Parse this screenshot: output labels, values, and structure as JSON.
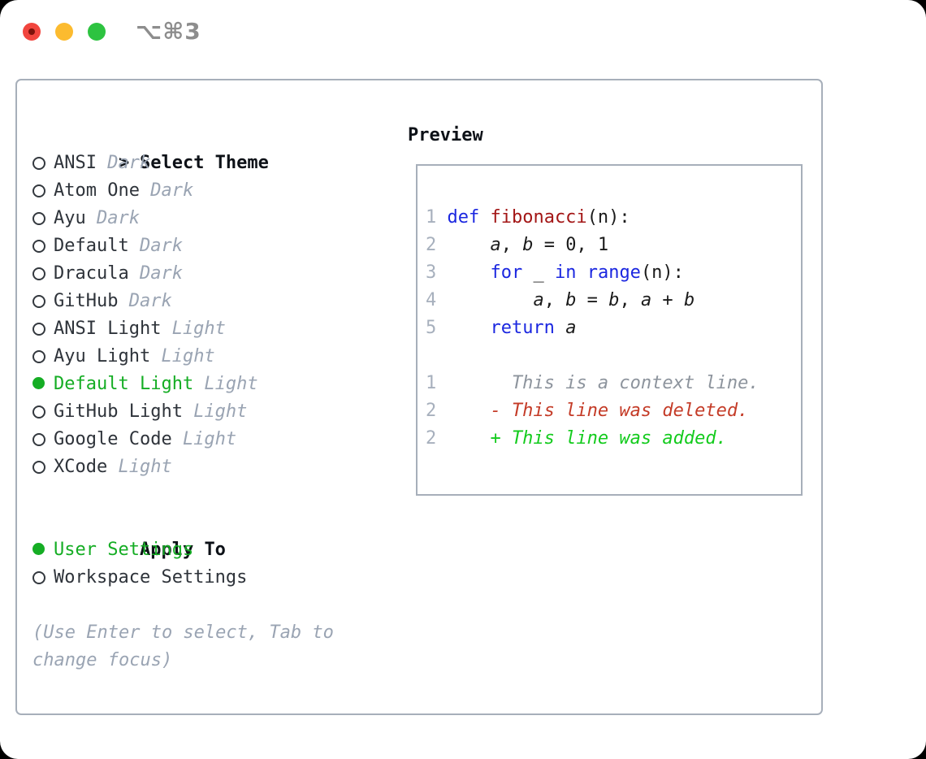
{
  "window": {
    "shortcut": "⌥⌘3"
  },
  "colors": {
    "traffic-red": "#f1453e",
    "traffic-red-dot": "#7c120b",
    "traffic-yellow": "#fcbb2f",
    "traffic-green": "#2dc340",
    "title-gray": "#8d8d8d",
    "header-ink": "#0d1117",
    "name-ink": "#2e333a",
    "radio-ring": "#33383e",
    "accent-green": "#15ad24",
    "dim": "#9aa4b3",
    "line-num": "#a7b0bd",
    "keyword-blue": "#1b27e0",
    "function-red": "#a31616",
    "context-gray": "#8d949d",
    "deleted-red": "#c43b27",
    "added-green": "#13cb1d"
  },
  "select_theme": {
    "prompt": ">",
    "header": "Select Theme"
  },
  "themes": [
    {
      "name": "ANSI",
      "variant": "Dark",
      "selected": false
    },
    {
      "name": "Atom One",
      "variant": "Dark",
      "selected": false
    },
    {
      "name": "Ayu",
      "variant": "Dark",
      "selected": false
    },
    {
      "name": "Default",
      "variant": "Dark",
      "selected": false
    },
    {
      "name": "Dracula",
      "variant": "Dark",
      "selected": false
    },
    {
      "name": "GitHub",
      "variant": "Dark",
      "selected": false
    },
    {
      "name": "ANSI Light",
      "variant": "Light",
      "selected": false
    },
    {
      "name": "Ayu Light",
      "variant": "Light",
      "selected": false
    },
    {
      "name": "Default Light",
      "variant": "Light",
      "selected": true
    },
    {
      "name": "GitHub Light",
      "variant": "Light",
      "selected": false
    },
    {
      "name": "Google Code",
      "variant": "Light",
      "selected": false
    },
    {
      "name": "XCode",
      "variant": "Light",
      "selected": false
    }
  ],
  "apply_to": {
    "header": "Apply To",
    "options": [
      {
        "label": "User Settings",
        "selected": true
      },
      {
        "label": "Workspace Settings",
        "selected": false
      }
    ]
  },
  "hint": {
    "lines": [
      "(Use Enter to select, Tab to",
      "change focus)"
    ]
  },
  "preview": {
    "header": "Preview",
    "lines": [
      {
        "num": "1",
        "parts": [
          {
            "t": "def",
            "c": "kw"
          },
          {
            "t": " "
          },
          {
            "t": "fibonacci",
            "c": "fn"
          },
          {
            "t": "(n):"
          }
        ]
      },
      {
        "num": "2",
        "parts": [
          {
            "t": "    "
          },
          {
            "t": "a",
            "c": "v"
          },
          {
            "t": ", "
          },
          {
            "t": "b",
            "c": "v"
          },
          {
            "t": " = 0, 1"
          }
        ]
      },
      {
        "num": "3",
        "parts": [
          {
            "t": "    "
          },
          {
            "t": "for",
            "c": "kw"
          },
          {
            "t": " _ "
          },
          {
            "t": "in",
            "c": "kw"
          },
          {
            "t": " "
          },
          {
            "t": "range",
            "c": "kw"
          },
          {
            "t": "(n):"
          }
        ]
      },
      {
        "num": "4",
        "parts": [
          {
            "t": "        "
          },
          {
            "t": "a",
            "c": "v"
          },
          {
            "t": ", "
          },
          {
            "t": "b",
            "c": "v"
          },
          {
            "t": " = "
          },
          {
            "t": "b",
            "c": "v"
          },
          {
            "t": ", "
          },
          {
            "t": "a",
            "c": "v"
          },
          {
            "t": " + "
          },
          {
            "t": "b",
            "c": "v"
          }
        ]
      },
      {
        "num": "5",
        "parts": [
          {
            "t": "    "
          },
          {
            "t": "return",
            "c": "kw"
          },
          {
            "t": " "
          },
          {
            "t": "a",
            "c": "v"
          }
        ]
      },
      {
        "num": "",
        "parts": []
      },
      {
        "num": "1",
        "parts": [
          {
            "t": "      This is a context line.",
            "c": "ctx"
          }
        ]
      },
      {
        "num": "2",
        "parts": [
          {
            "t": "    - This line was deleted.",
            "c": "del"
          }
        ]
      },
      {
        "num": "2",
        "parts": [
          {
            "t": "    + This line was added.",
            "c": "add"
          }
        ]
      }
    ]
  }
}
